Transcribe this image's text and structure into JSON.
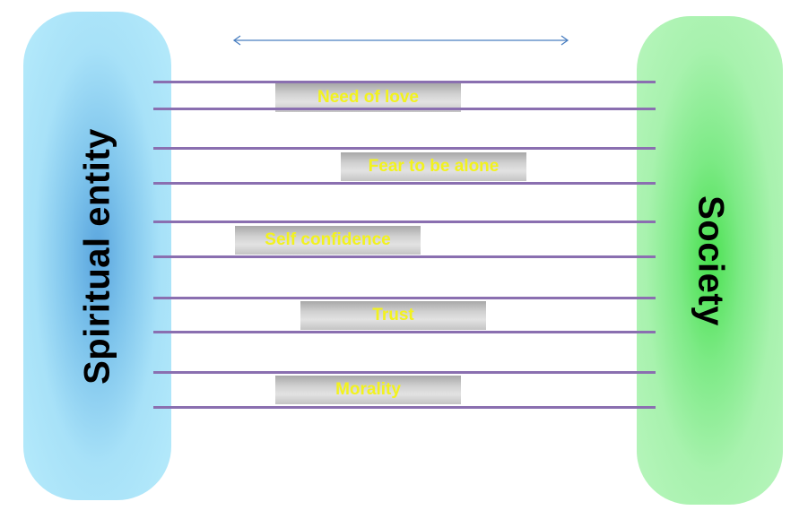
{
  "left_entity": {
    "label": "Spiritual entity"
  },
  "right_entity": {
    "label": "Society"
  },
  "bonds": [
    {
      "label": "Need of love"
    },
    {
      "label": "Fear to be alone"
    },
    {
      "label": "Self confidence"
    },
    {
      "label": "Trust"
    },
    {
      "label": "Morality"
    }
  ],
  "colors": {
    "left_pillar": "#7ec4ec",
    "right_pillar": "#7dea86",
    "rails": "#8a6fb0",
    "bond_text": "#f2f21e",
    "arrow": "#4a7fc0"
  },
  "icons": {
    "top_arrow": "double-headed-arrow-icon"
  }
}
